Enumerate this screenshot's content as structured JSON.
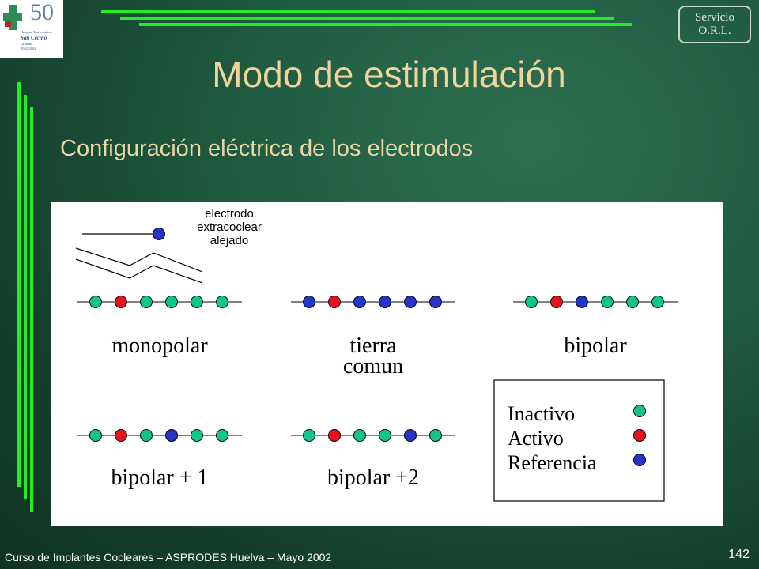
{
  "logo": {
    "number": "50",
    "lines": [
      "Hospital Universitario",
      "San Cecilio",
      "Granada",
      "1952-2002"
    ]
  },
  "badge": {
    "line1": "Servicio",
    "line2": "O.R.L."
  },
  "title": "Modo de estimulación",
  "subtitle": "Configuración eléctrica de los electrodos",
  "diagram": {
    "extracochlear_label": [
      "electrodo",
      "extracoclear",
      "alejado"
    ],
    "configs": [
      {
        "label": [
          "monopolar"
        ],
        "electrodes": [
          "inactive",
          "active",
          "inactive",
          "inactive",
          "inactive",
          "inactive"
        ]
      },
      {
        "label": [
          "tierra",
          "comun"
        ],
        "electrodes": [
          "reference",
          "active",
          "reference",
          "reference",
          "reference",
          "reference"
        ]
      },
      {
        "label": [
          "bipolar"
        ],
        "electrodes": [
          "inactive",
          "active",
          "reference",
          "inactive",
          "inactive",
          "inactive"
        ]
      },
      {
        "label": [
          "bipolar + 1"
        ],
        "electrodes": [
          "inactive",
          "active",
          "inactive",
          "reference",
          "inactive",
          "inactive"
        ]
      },
      {
        "label": [
          "bipolar +2"
        ],
        "electrodes": [
          "inactive",
          "active",
          "inactive",
          "inactive",
          "reference",
          "inactive"
        ]
      }
    ],
    "legend": [
      {
        "label": "Inactivo",
        "state": "inactive"
      },
      {
        "label": "Activo",
        "state": "active"
      },
      {
        "label": "Referencia",
        "state": "reference"
      }
    ],
    "colors": {
      "inactive": "#11c48e",
      "active": "#e8121d",
      "reference": "#2435c8"
    }
  },
  "footer": "Curso de Implantes Cocleares – ASPRODES Huelva – Mayo 2002",
  "page_number": "142"
}
